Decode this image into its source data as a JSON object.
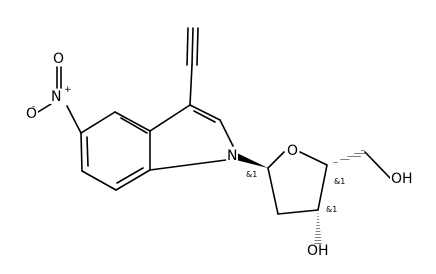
{
  "molecule": {
    "atoms": {
      "nitro_oxygen_top": "O",
      "nitro_oxygen_left": "O",
      "nitro_nitrogen": "N",
      "nitro_plus": "+",
      "nitro_minus": "-",
      "indole_nitrogen": "N",
      "ring_oxygen": "O",
      "hydroxymethyl_oh": "OH",
      "ring_hydroxyl": "OH"
    },
    "stereo_labels": {
      "c1": "&1",
      "c4": "&1",
      "c3": "&1"
    }
  }
}
